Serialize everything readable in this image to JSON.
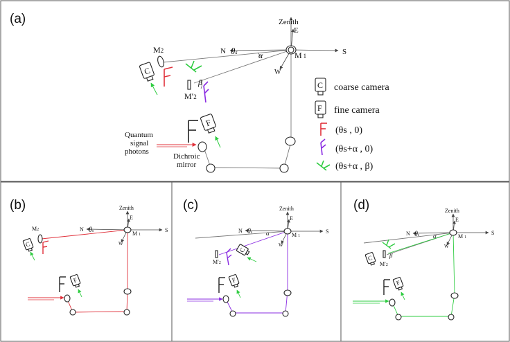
{
  "panels": {
    "a": {
      "label": "(a)"
    },
    "b": {
      "label": "(b)"
    },
    "c": {
      "label": "(c)"
    },
    "d": {
      "label": "(d)"
    }
  },
  "axes": {
    "zenith": "Zenith",
    "east": "E",
    "north": "N",
    "south": "S",
    "west": "W"
  },
  "mirrors": {
    "m1": "M",
    "m1_sub": "1",
    "m2": "M",
    "m2_sub": "2",
    "m2_prime": "Mʹ",
    "m2_prime_sub": "2",
    "dichroic_line1": "Dichroic",
    "dichroic_line2": "mirror"
  },
  "angles": {
    "theta": "θ",
    "theta_sub": "s",
    "alpha": "α",
    "beta": "β"
  },
  "camera_letters": {
    "coarse": "C",
    "fine": "F"
  },
  "signal": {
    "line1": "Quantum",
    "line2": "signal",
    "line3": "photons"
  },
  "legend": {
    "coarse_camera": "coarse camera",
    "fine_camera": "fine camera",
    "red_entry": "(θs , 0)",
    "purple_entry": "(θs+α , 0)",
    "green_entry": "(θs+α , β)"
  },
  "colors": {
    "red": "#e0303a",
    "purple": "#8a2be2",
    "green": "#2ecc40",
    "frame": "#555555"
  }
}
